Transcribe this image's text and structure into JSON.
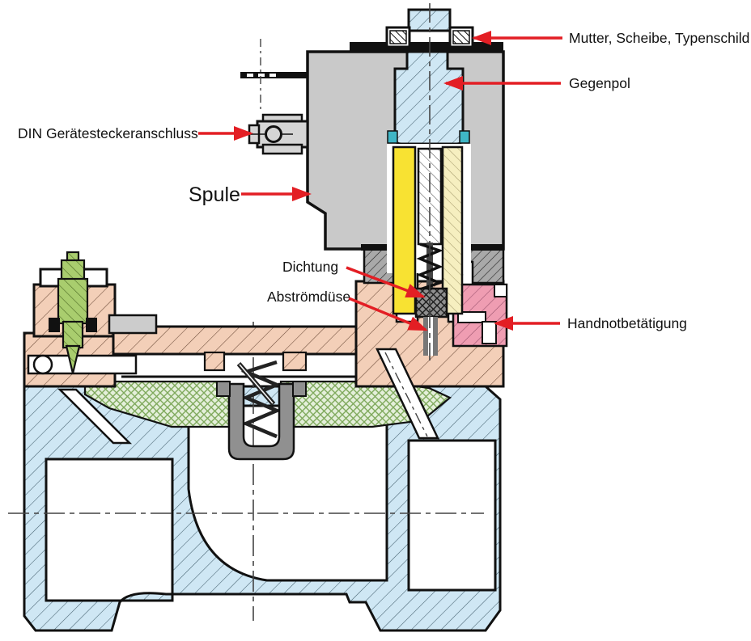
{
  "diagram": {
    "type": "technical-cross-section",
    "subject": "solenoid-valve-cutaway",
    "labels": [
      {
        "id": "mutter",
        "text": "Mutter, Scheibe, Typenschild"
      },
      {
        "id": "gegenpol",
        "text": "Gegenpol"
      },
      {
        "id": "din",
        "text": "DIN Gerätesteckeranschluss"
      },
      {
        "id": "spule",
        "text": "Spule"
      },
      {
        "id": "dichtung",
        "text": "Dichtung"
      },
      {
        "id": "abstroemduese",
        "text": "Abströmdüse"
      },
      {
        "id": "handnot",
        "text": "Handnotbetätigung"
      }
    ],
    "colors": {
      "arrow_red": "#e31e24",
      "text_black": "#111111",
      "coil_housing_gray": "#c9c9c9",
      "core_blue": "#cfe7f4",
      "coil_yellow": "#f8e232",
      "coil_cream": "#f6efc0",
      "bonnet_salmon": "#f3cfb8",
      "pilot_green": "#a9cd6e",
      "diaphragm_green": "#e4efda",
      "manual_override_pink": "#ef9db2",
      "seal_dark_gray": "#8f8f8f",
      "teal_seal": "#3fb6c6",
      "background": "#ffffff"
    }
  }
}
